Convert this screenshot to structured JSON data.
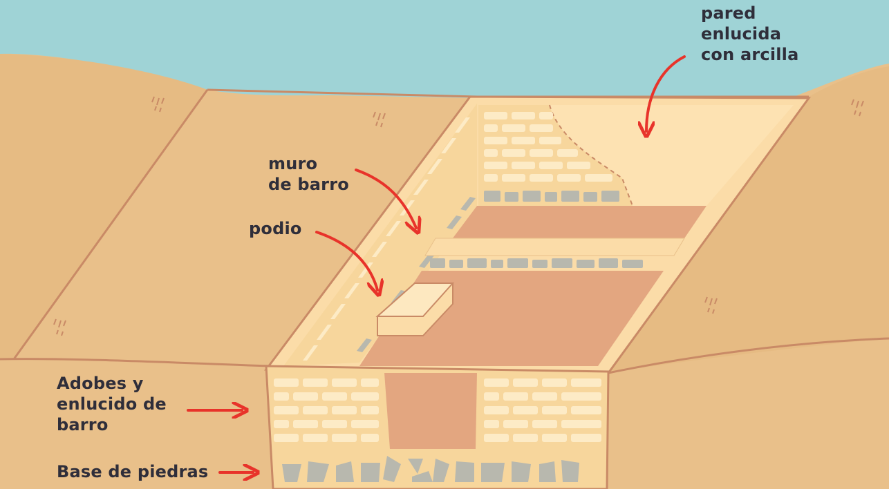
{
  "labels": {
    "pared": [
      "pared",
      "enlucida",
      "con arcilla"
    ],
    "muro": [
      "muro",
      "de barro"
    ],
    "podio": [
      "podio"
    ],
    "adobes": [
      "Adobes y",
      "enlucido de",
      "barro"
    ],
    "base": [
      "Base de piedras"
    ]
  },
  "colors": {
    "sky": "#9fd3d6",
    "ground": "#e9c08a",
    "ground_line": "#c98a66",
    "wall_plaster": "#fbdca8",
    "bricks": "#fdebc6",
    "floor": "#e3a680",
    "stones": "#b8b8ae",
    "arrow": "#e8332a",
    "text": "#2f2e3a"
  }
}
